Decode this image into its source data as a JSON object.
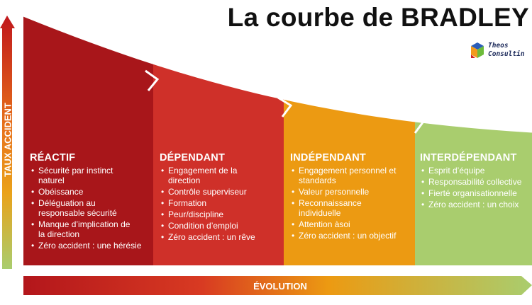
{
  "title": "La courbe de BRADLEY",
  "logo": {
    "line1": "Theos",
    "line2": "Consultin"
  },
  "y_axis_label": "TAUX ACCIDENT",
  "x_axis_label": "ÉVOLUTION",
  "colors": {
    "reactif": "#a8161a",
    "dependant": "#cf3029",
    "independant": "#ec9a12",
    "interdependant": "#a9cd6e"
  },
  "stages": [
    {
      "title": "RÉACTIF",
      "items": [
        "Sécurité par instinct naturel",
        "Obéissance",
        "Déléguation au responsable sécurité",
        "Manque d’implication de la direction",
        "Zéro accident : une hérésie"
      ]
    },
    {
      "title": "DÉPENDANT",
      "items": [
        "Engagement de la direction",
        "Contrôle superviseur",
        "Formation",
        "Peur/discipline",
        "Condition d’emploi",
        "Zéro accident :  un rêve"
      ]
    },
    {
      "title": "INDÉPENDANT",
      "items": [
        "Engagement personnel et standards",
        "Valeur personnelle",
        "Reconnaissance individuelle",
        "Attention àsoi",
        "Zéro accident : un objectif"
      ]
    },
    {
      "title": "INTERDÉPENDANT",
      "items": [
        "Esprit d’équipe",
        "Responsabilité collective",
        "Fierté organisationnelle",
        "Zéro accident :  un choix"
      ]
    }
  ]
}
